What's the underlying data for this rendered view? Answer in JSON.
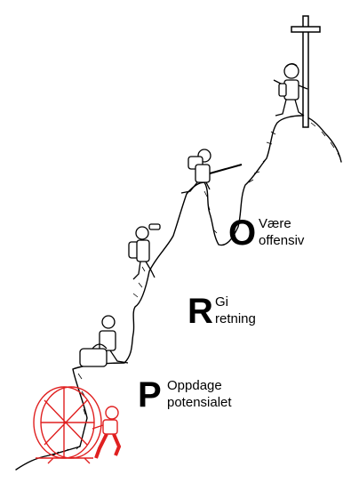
{
  "stages": [
    {
      "letter": "P",
      "line1": "Oppdage",
      "line2": "potensialet"
    },
    {
      "letter": "R",
      "line1": "Gi",
      "line2": "retning"
    },
    {
      "letter": "O",
      "line1": "Være",
      "line2": "offensiv"
    }
  ],
  "colors": {
    "ink": "#000000",
    "hamster_wheel": "#e02020",
    "background": "#ffffff"
  }
}
